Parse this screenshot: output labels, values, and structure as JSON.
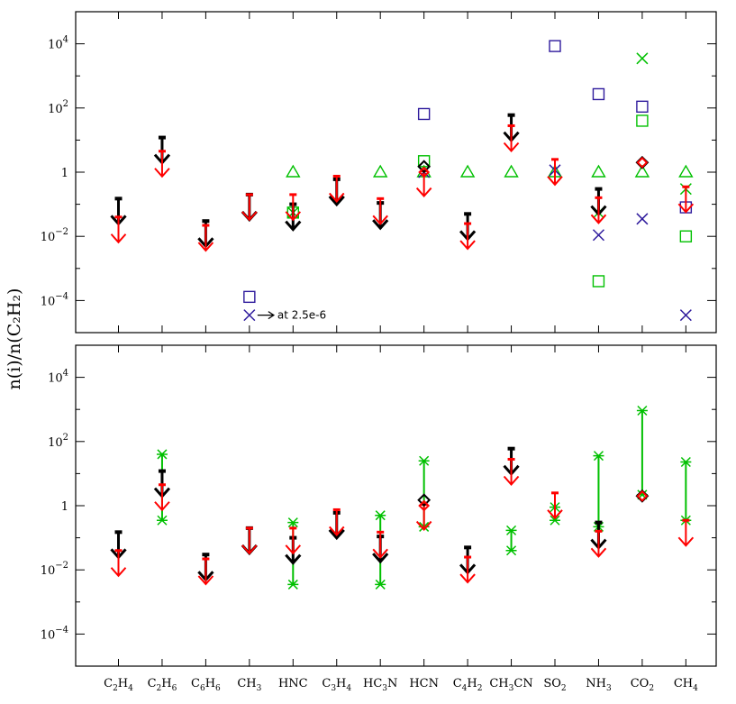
{
  "chart_data": {
    "type": "scatter",
    "ylabel": "n(i)/n(C₂H₂)",
    "yscale": "log",
    "ylim_log10": [
      -5,
      5
    ],
    "ytick_exponents": [
      -4,
      -2,
      0,
      2,
      4
    ],
    "ytick_labels": [
      {
        "base": "10",
        "exp": "−4"
      },
      {
        "base": "10",
        "exp": "−2"
      },
      {
        "base": "1",
        "exp": ""
      },
      {
        "base": "10",
        "exp": "2"
      },
      {
        "base": "10",
        "exp": "4"
      }
    ],
    "categories": [
      {
        "id": "C2H4",
        "parts": [
          [
            "C",
            ""
          ],
          [
            "2",
            "sub"
          ],
          [
            "H",
            ""
          ],
          [
            "4",
            "sub"
          ]
        ]
      },
      {
        "id": "C2H6",
        "parts": [
          [
            "C",
            ""
          ],
          [
            "2",
            "sub"
          ],
          [
            "H",
            ""
          ],
          [
            "6",
            "sub"
          ]
        ]
      },
      {
        "id": "C6H6",
        "parts": [
          [
            "C",
            ""
          ],
          [
            "6",
            "sub"
          ],
          [
            "H",
            ""
          ],
          [
            "6",
            "sub"
          ]
        ]
      },
      {
        "id": "CH3",
        "parts": [
          [
            "CH",
            ""
          ],
          [
            "3",
            "sub"
          ]
        ]
      },
      {
        "id": "HNC",
        "parts": [
          [
            "HNC",
            ""
          ]
        ]
      },
      {
        "id": "C3H4",
        "parts": [
          [
            "C",
            ""
          ],
          [
            "3",
            "sub"
          ],
          [
            "H",
            ""
          ],
          [
            "4",
            "sub"
          ]
        ]
      },
      {
        "id": "HC3N",
        "parts": [
          [
            "HC",
            ""
          ],
          [
            "3",
            "sub"
          ],
          [
            "N",
            ""
          ]
        ]
      },
      {
        "id": "HCN",
        "parts": [
          [
            "HCN",
            ""
          ]
        ]
      },
      {
        "id": "C4H2",
        "parts": [
          [
            "C",
            ""
          ],
          [
            "4",
            "sub"
          ],
          [
            "H",
            ""
          ],
          [
            "2",
            "sub"
          ]
        ]
      },
      {
        "id": "CH3CN",
        "parts": [
          [
            "CH",
            ""
          ],
          [
            "3",
            "sub"
          ],
          [
            "CN",
            ""
          ]
        ]
      },
      {
        "id": "SO2",
        "parts": [
          [
            "SO",
            ""
          ],
          [
            "2",
            "sub"
          ]
        ]
      },
      {
        "id": "NH3",
        "parts": [
          [
            "NH",
            ""
          ],
          [
            "3",
            "sub"
          ]
        ]
      },
      {
        "id": "CO2",
        "parts": [
          [
            "CO",
            ""
          ],
          [
            "2",
            "sub"
          ]
        ]
      },
      {
        "id": "CH4",
        "parts": [
          [
            "CH",
            ""
          ],
          [
            "4",
            "sub"
          ]
        ]
      }
    ],
    "colors": {
      "black": "#000000",
      "red": "#ff0000",
      "green": "#00c000",
      "blue": "#2e1a9c"
    },
    "upper_panel": {
      "upper_limits_black": [
        {
          "cat": 0,
          "value": 0.15
        },
        {
          "cat": 1,
          "value": 12
        },
        {
          "cat": 2,
          "value": 0.03
        },
        {
          "cat": 3,
          "value": 0.2
        },
        {
          "cat": 4,
          "value": 0.1
        },
        {
          "cat": 5,
          "value": 0.6
        },
        {
          "cat": 6,
          "value": 0.11
        },
        {
          "cat": 8,
          "value": 0.05
        },
        {
          "cat": 9,
          "value": 60
        },
        {
          "cat": 11,
          "value": 0.3
        }
      ],
      "upper_limits_red": [
        {
          "cat": 0,
          "value": 0.04
        },
        {
          "cat": 1,
          "value": 4.5
        },
        {
          "cat": 2,
          "value": 0.022
        },
        {
          "cat": 3,
          "value": 0.2
        },
        {
          "cat": 4,
          "value": 0.2
        },
        {
          "cat": 5,
          "value": 0.75
        },
        {
          "cat": 6,
          "value": 0.15
        },
        {
          "cat": 7,
          "value": 1.1
        },
        {
          "cat": 8,
          "value": 0.025
        },
        {
          "cat": 9,
          "value": 28
        },
        {
          "cat": 10,
          "value": 2.5
        },
        {
          "cat": 11,
          "value": 0.16
        },
        {
          "cat": 13,
          "value": 0.35
        }
      ],
      "diamonds_black": [
        {
          "cat": 7,
          "value": 1.5
        },
        {
          "cat": 12,
          "value": 2.0
        }
      ],
      "diamonds_red": [
        {
          "cat": 7,
          "value": 1.0
        },
        {
          "cat": 12,
          "value": 2.0
        }
      ],
      "triangles_green": [
        {
          "cat": 4,
          "value": 1
        },
        {
          "cat": 6,
          "value": 1
        },
        {
          "cat": 7,
          "value": 1
        },
        {
          "cat": 8,
          "value": 1
        },
        {
          "cat": 9,
          "value": 1
        },
        {
          "cat": 10,
          "value": 1
        },
        {
          "cat": 11,
          "value": 1
        },
        {
          "cat": 12,
          "value": 1
        },
        {
          "cat": 13,
          "value": 1
        }
      ],
      "squares_green": [
        {
          "cat": 4,
          "value": 0.055
        },
        {
          "cat": 7,
          "value": 2.2
        },
        {
          "cat": 11,
          "value": 0.0004
        },
        {
          "cat": 12,
          "value": 40
        },
        {
          "cat": 13,
          "value": 0.01
        }
      ],
      "crosses_green": [
        {
          "cat": 4,
          "value": 0.055
        },
        {
          "cat": 7,
          "value": 1.0
        },
        {
          "cat": 11,
          "value": 0.055
        },
        {
          "cat": 12,
          "value": 3500
        },
        {
          "cat": 13,
          "value": 0.3
        }
      ],
      "squares_blue": [
        {
          "cat": 3,
          "value": 0.00013
        },
        {
          "cat": 7,
          "value": 65
        },
        {
          "cat": 10,
          "value": 8500
        },
        {
          "cat": 11,
          "value": 270
        },
        {
          "cat": 12,
          "value": 110
        },
        {
          "cat": 13,
          "value": 0.08
        }
      ],
      "crosses_blue": [
        {
          "cat": 3,
          "value": 3.5e-05
        },
        {
          "cat": 7,
          "value": 1.0
        },
        {
          "cat": 10,
          "value": 1.15
        },
        {
          "cat": 11,
          "value": 0.011
        },
        {
          "cat": 12,
          "value": 0.035
        },
        {
          "cat": 13,
          "value": 3.5e-05
        }
      ]
    },
    "lower_panel": {
      "upper_limits_black": [
        {
          "cat": 0,
          "value": 0.15
        },
        {
          "cat": 1,
          "value": 12
        },
        {
          "cat": 2,
          "value": 0.03
        },
        {
          "cat": 3,
          "value": 0.2
        },
        {
          "cat": 4,
          "value": 0.1
        },
        {
          "cat": 5,
          "value": 0.6
        },
        {
          "cat": 6,
          "value": 0.11
        },
        {
          "cat": 8,
          "value": 0.05
        },
        {
          "cat": 9,
          "value": 60
        },
        {
          "cat": 11,
          "value": 0.3
        }
      ],
      "upper_limits_red": [
        {
          "cat": 0,
          "value": 0.04
        },
        {
          "cat": 1,
          "value": 4.5
        },
        {
          "cat": 2,
          "value": 0.022
        },
        {
          "cat": 3,
          "value": 0.2
        },
        {
          "cat": 4,
          "value": 0.2
        },
        {
          "cat": 5,
          "value": 0.75
        },
        {
          "cat": 6,
          "value": 0.15
        },
        {
          "cat": 7,
          "value": 1.1
        },
        {
          "cat": 8,
          "value": 0.025
        },
        {
          "cat": 9,
          "value": 28
        },
        {
          "cat": 10,
          "value": 2.5
        },
        {
          "cat": 11,
          "value": 0.16
        },
        {
          "cat": 13,
          "value": 0.35
        }
      ],
      "diamonds_black": [
        {
          "cat": 7,
          "value": 1.5
        },
        {
          "cat": 12,
          "value": 2.0
        }
      ],
      "diamonds_red": [
        {
          "cat": 7,
          "value": 1.0
        },
        {
          "cat": 12,
          "value": 2.0
        }
      ],
      "green_ranges": [
        {
          "cat": 1,
          "low": 0.35,
          "high": 40
        },
        {
          "cat": 4,
          "low": 0.0035,
          "high": 0.3
        },
        {
          "cat": 6,
          "low": 0.0035,
          "high": 0.5
        },
        {
          "cat": 7,
          "low": 0.22,
          "high": 25
        },
        {
          "cat": 9,
          "low": 0.04,
          "high": 0.17
        },
        {
          "cat": 10,
          "low": 0.35,
          "high": 0.9
        },
        {
          "cat": 11,
          "low": 0.22,
          "high": 36
        },
        {
          "cat": 12,
          "low": 2.2,
          "high": 920
        },
        {
          "cat": 13,
          "low": 0.35,
          "high": 23
        }
      ]
    },
    "annotation": "at 2.5e-6"
  }
}
